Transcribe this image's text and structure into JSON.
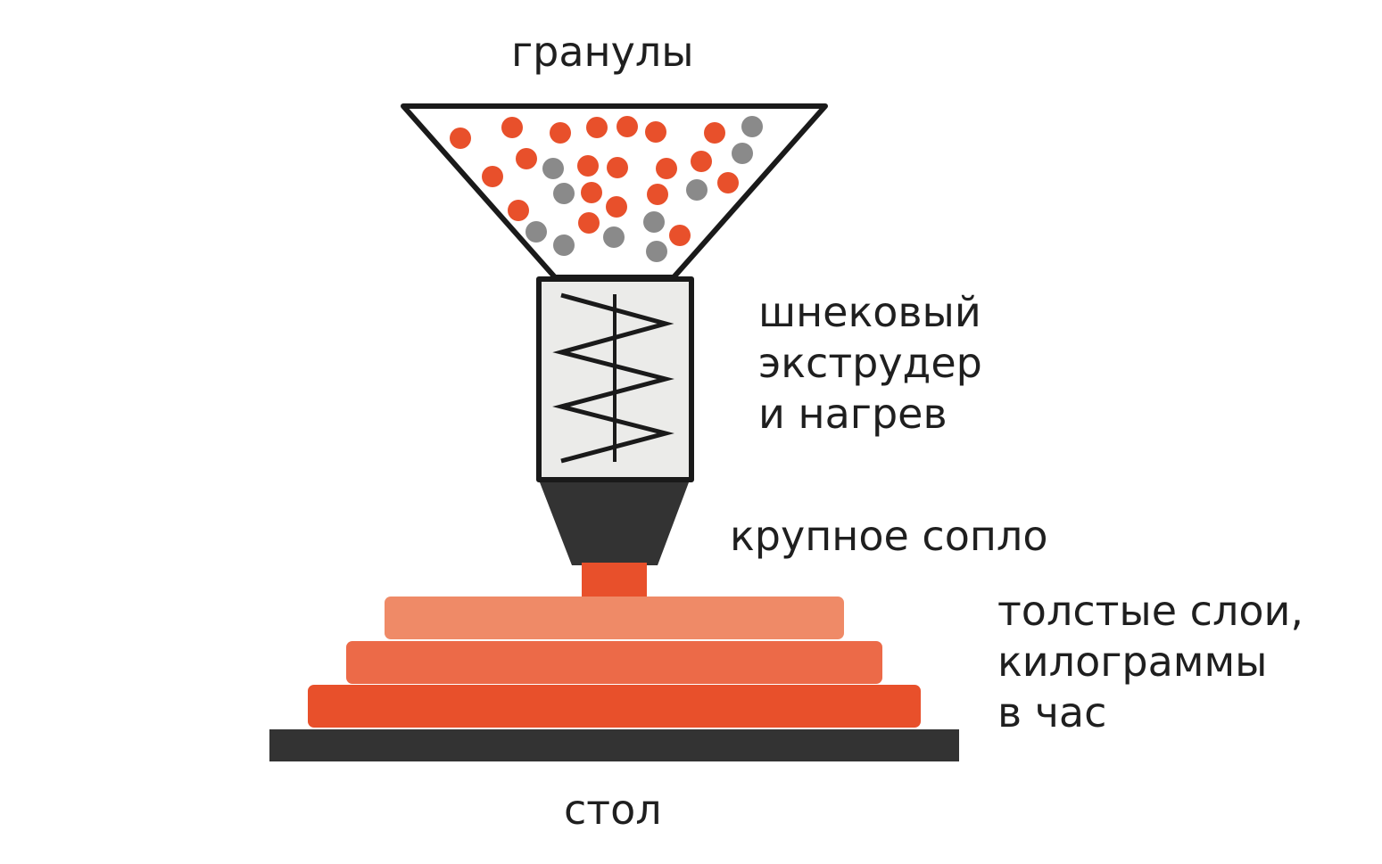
{
  "labels": {
    "granules": "гранулы",
    "extruder": [
      "шнековый",
      "экструдер",
      "и нагрев"
    ],
    "nozzle": "крупное сопло",
    "layers": [
      "толстые слои,",
      "килограммы",
      "в час"
    ],
    "table": "стол"
  },
  "colors": {
    "outline": "#1a1a1a",
    "granule_orange": "#e8502b",
    "granule_gray": "#8a8a8a",
    "barrel_fill": "#ebebe9",
    "nozzle_dark": "#333333",
    "extrudate": "#e8502b",
    "layer_top": "#ef8a67",
    "layer_middle": "#ec6a48",
    "layer_bottom": "#e8502b",
    "table": "#333333",
    "text": "#1f1f1f"
  }
}
